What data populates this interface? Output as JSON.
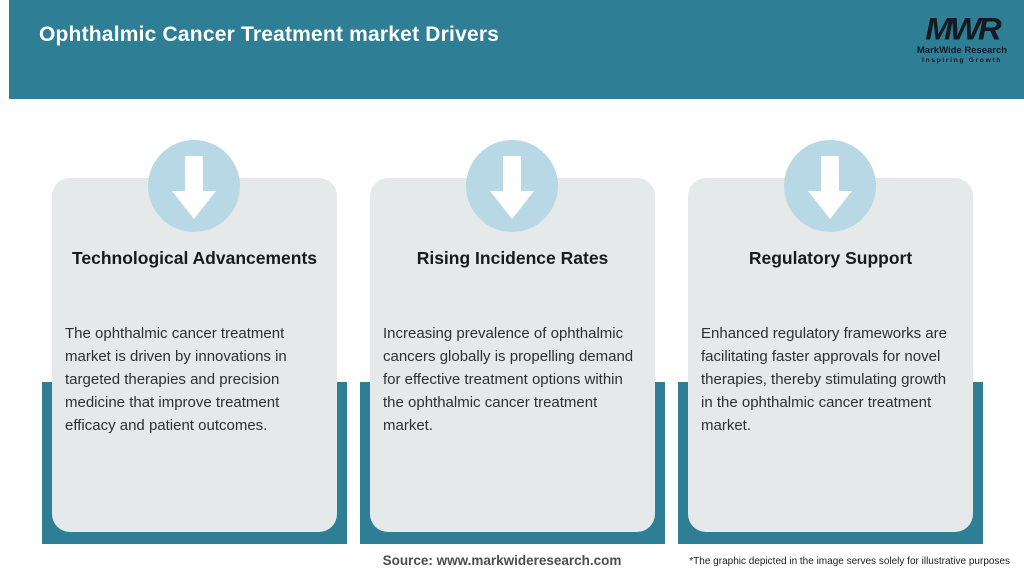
{
  "header": {
    "title": "Ophthalmic Cancer Treatment market Drivers",
    "logo": {
      "acronym": "MWR",
      "name": "MarkWide Research",
      "tagline": "Inspiring Growth"
    }
  },
  "cards": [
    {
      "title": "Technological Advancements",
      "body": "The ophthalmic cancer treatment market is driven by innovations in targeted therapies and precision medicine that improve treatment efficacy and patient outcomes.",
      "icon": "down-arrow-icon"
    },
    {
      "title": "Rising Incidence Rates",
      "body": "Increasing prevalence of ophthalmic cancers globally is propelling demand for effective treatment options within the ophthalmic cancer treatment market.",
      "icon": "down-arrow-icon"
    },
    {
      "title": "Regulatory Support",
      "body": "Enhanced regulatory frameworks are facilitating faster approvals for novel therapies, thereby stimulating growth in the ophthalmic cancer treatment market.",
      "icon": "down-arrow-icon"
    }
  ],
  "footer": {
    "source": "Source: www.markwideresearch.com",
    "disclaimer": "*The graphic depicted in the image serves solely for illustrative purposes"
  },
  "colors": {
    "teal_accent": "#2e7f96",
    "card_background": "#e5e9ea",
    "badge_circle": "#b9d8e5",
    "header_text": "#ffffff",
    "title_text": "#1a1a1a",
    "body_text": "#2f2f2f",
    "source_text": "#4d4d4d",
    "logo_text": "#141a21"
  }
}
